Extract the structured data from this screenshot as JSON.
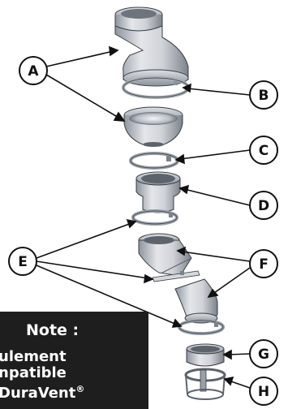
{
  "callouts": {
    "a": "A",
    "b": "B",
    "c": "C",
    "d": "D",
    "e": "E",
    "f": "F",
    "g": "G",
    "h": "H"
  },
  "note": {
    "title": "Note :",
    "line1": "ulement",
    "line2": "npatible",
    "line3_prefix": "DuraVent",
    "line3_mark": "®"
  },
  "colors": {
    "part_fill": "#c9ccd2",
    "part_shade": "#9aa0a9",
    "part_dark": "#5d636b",
    "outline": "#3a3f45",
    "note_bg": "#1e1e1e",
    "note_text": "#ffffff"
  }
}
